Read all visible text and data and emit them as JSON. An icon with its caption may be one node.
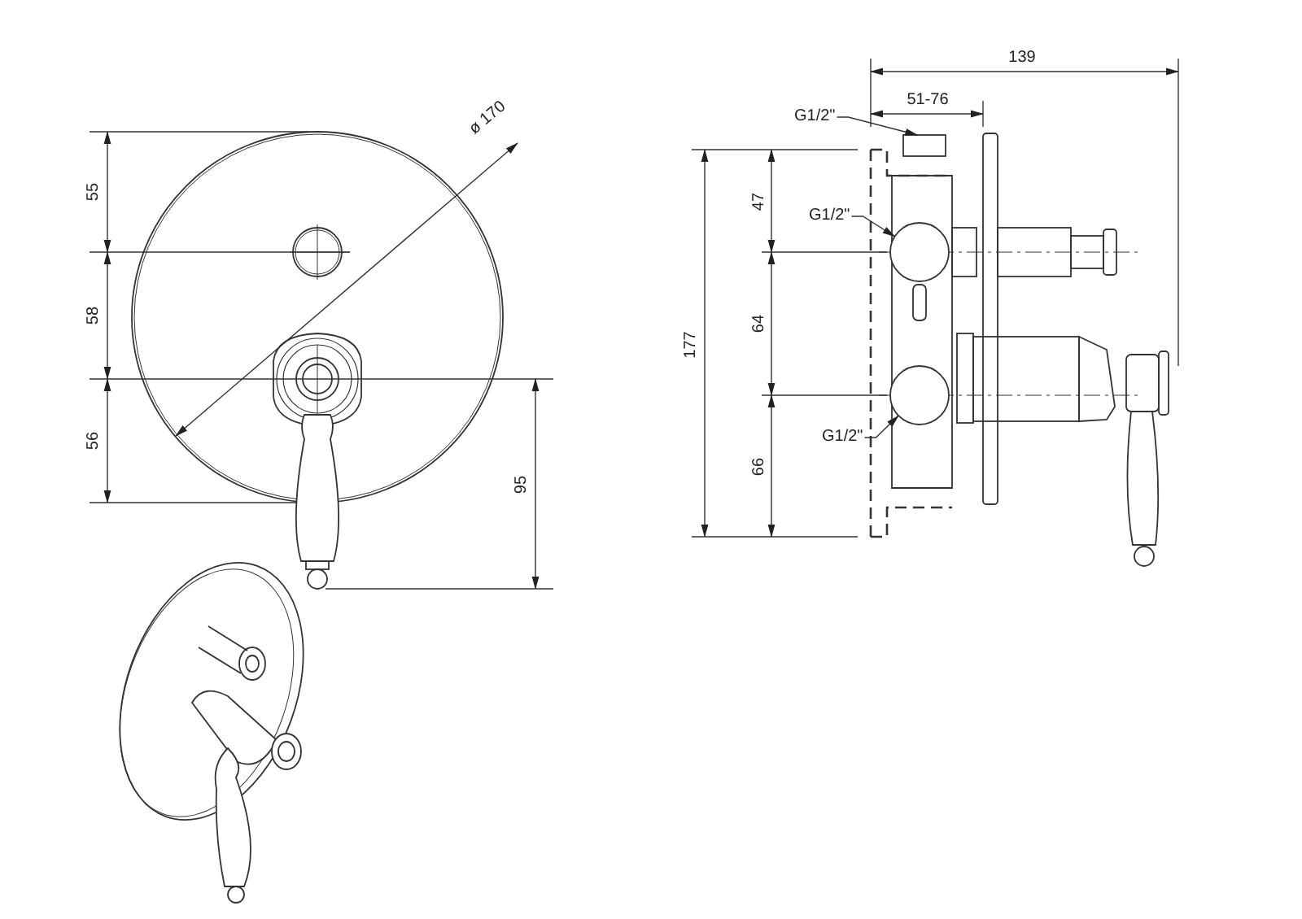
{
  "diagram": {
    "nodes": [
      {
        "text": [
          "G1/2\""
        ]
      },
      {
        "text": [
          "G1/2\""
        ]
      },
      {
        "text": [
          "G1/2\""
        ]
      },
      {
        "text": [],
        "shape": "box"
      },
      {
        "text": [],
        "shape": "circle"
      },
      {
        "text": [],
        "shape": "circle"
      }
    ],
    "edges": [
      {
        "from": 0,
        "to": 3,
        "arrow": "to"
      },
      {
        "from": 1,
        "to": 4,
        "arrow": "to"
      },
      {
        "from": 2,
        "to": 5,
        "arrow": "to"
      }
    ],
    "labels": [
      "55",
      "58",
      "56",
      "ø 170",
      "95",
      "139",
      "51-76",
      "47",
      "177",
      "64",
      "66"
    ]
  }
}
